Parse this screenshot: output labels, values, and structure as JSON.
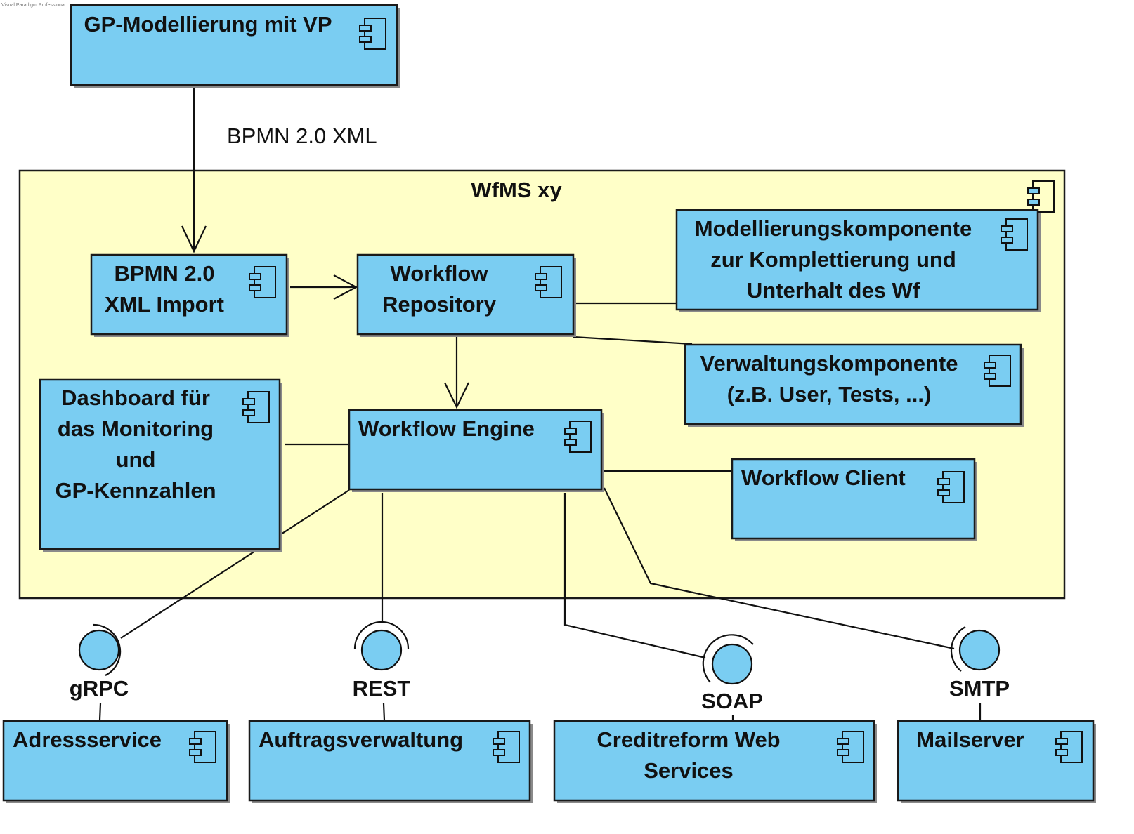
{
  "watermark": "Visual Paradigm Professional",
  "container": {
    "title": "WfMS xy"
  },
  "edge_label": "BPMN 2.0 XML",
  "components": {
    "gp_modellierung": [
      "GP-Modellierung mit VP"
    ],
    "bpmn_import": [
      "BPMN 2.0",
      "XML Import"
    ],
    "workflow_repository": [
      "Workflow",
      "Repository"
    ],
    "modellierungskomponente": [
      "Modellierungskomponente",
      "zur Komplettierung und",
      "Unterhalt des Wf"
    ],
    "verwaltungskomponente": [
      "Verwaltungskomponente",
      "(z.B. User, Tests, ...)"
    ],
    "dashboard": [
      "Dashboard für",
      "das Monitoring",
      "und",
      "GP-Kennzahlen"
    ],
    "workflow_engine": [
      "Workflow Engine"
    ],
    "workflow_client": [
      "Workflow Client"
    ],
    "adressservice": [
      "Adressservice"
    ],
    "auftragsverwaltung": [
      "Auftragsverwaltung"
    ],
    "creditreform": [
      "Creditreform Web",
      "Services"
    ],
    "mailserver": [
      "Mailserver"
    ]
  },
  "interfaces": {
    "grpc": "gRPC",
    "rest": "REST",
    "soap": "SOAP",
    "smtp": "SMTP"
  },
  "colors": {
    "component_fill": "#7acdf2",
    "container_fill": "#ffffc8",
    "stroke": "#1a1a1a"
  }
}
